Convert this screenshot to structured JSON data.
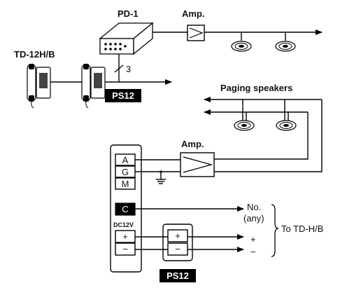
{
  "labels": {
    "pd1": "PD-1",
    "amp_top": "Amp.",
    "td12": "TD-12H/B",
    "cable_count": "3",
    "ps12_top": "PS12",
    "paging": "Paging speakers",
    "amp_mid": "Amp.",
    "term_a": "A",
    "term_g": "G",
    "term_m": "M",
    "term_c": "C",
    "dc12v": "DC12V",
    "plus": "+",
    "minus": "−",
    "no_line1": "No.",
    "no_line2": "(any)",
    "out_plus": "+",
    "out_minus": "−",
    "to_td": "To TD-H/B",
    "ps12_bottom": "PS12"
  }
}
